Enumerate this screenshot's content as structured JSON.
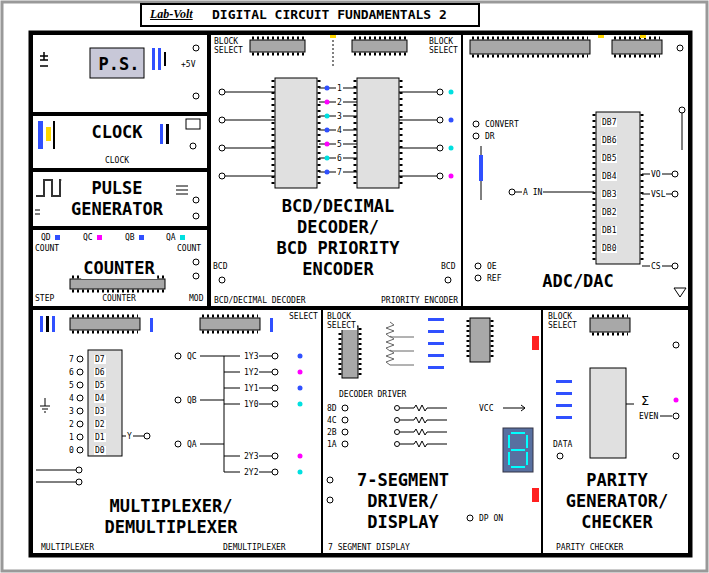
{
  "diagram": {
    "title": "DIGITAL CIRCUIT FUNDAMENTALS 2",
    "nodes": [
      {
        "text": [
          "P.S."
        ]
      },
      {
        "text": [
          "CLOCK",
          "CLOCK"
        ]
      },
      {
        "text": [
          "PULSE GENERATOR"
        ]
      },
      {
        "text": [
          "COUNTER",
          "COUNTER"
        ]
      },
      {
        "text": [
          "BCD/DECIMAL DECODER/",
          "BCD PRIORITY ENCODER"
        ]
      },
      {
        "text": [
          "ADC/DAC"
        ]
      },
      {
        "text": [
          "MULTIPLEXER/ DEMULTIPLEXER"
        ]
      },
      {
        "text": [
          "7-SEGMENT DRIVER/ DISPLAY"
        ]
      },
      {
        "text": [
          "PARITY GENERATOR/ CHECKER"
        ]
      }
    ],
    "labels": [
      "Lab-Volt",
      "+5V",
      "QD",
      "QC",
      "QB",
      "QA",
      "COUNT",
      "COUNT",
      "STEP",
      "MOD",
      "BLOCK SELECT",
      "BLOCK SELECT",
      "1",
      "2",
      "3",
      "4",
      "5",
      "6",
      "7",
      "BCD",
      "BCD",
      "BCD/DECIMAL DECODER",
      "PRIORITY ENCODER",
      "CONVERT",
      "DR",
      "A IN",
      "OE",
      "REF",
      "DB7",
      "DB6",
      "DB5",
      "DB4",
      "DB3",
      "DB2",
      "DB1",
      "DB0",
      "VO",
      "VSL",
      "CS",
      "7",
      "6",
      "5",
      "4",
      "3",
      "2",
      "1",
      "0",
      "D7",
      "D6",
      "D5",
      "D4",
      "D3",
      "D2",
      "D1",
      "D0",
      "Y",
      "QC",
      "QB",
      "QA",
      "1Y3",
      "1Y2",
      "1Y1",
      "1Y0",
      "2Y3",
      "2Y2",
      "SELECT",
      "MULTIPLEXER",
      "DEMULTIPLEXER",
      "BLOCK SELECT",
      "DECODER DRIVER",
      "8D",
      "4C",
      "2B",
      "1A",
      "VCC",
      "DP ON",
      "7 SEGMENT DISPLAY",
      "BLOCK SELECT",
      "DATA",
      "Σ",
      "EVEN",
      "PARITY CHECKER"
    ]
  }
}
